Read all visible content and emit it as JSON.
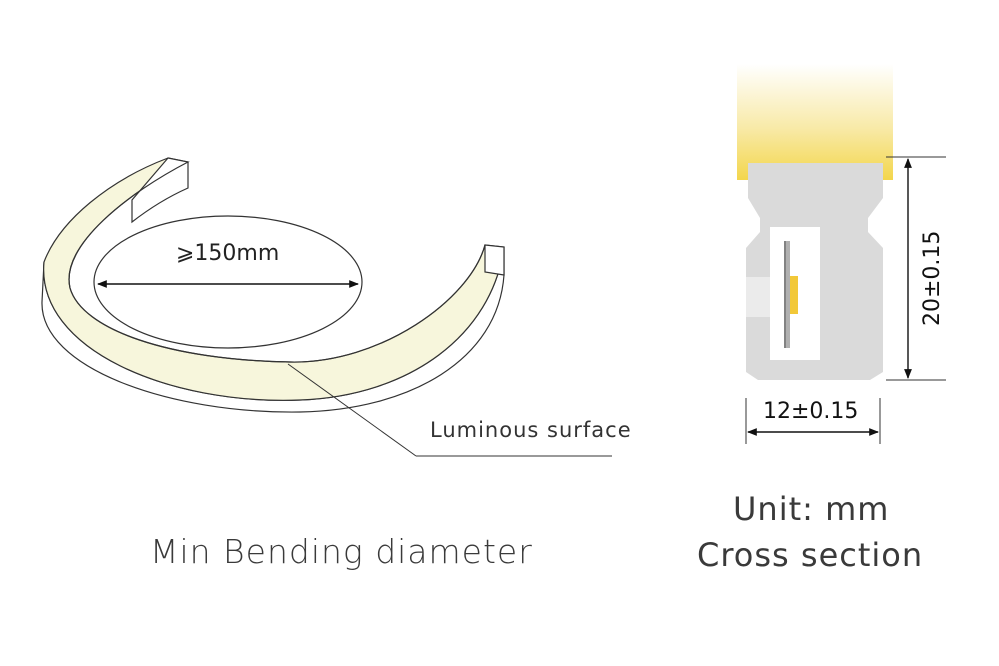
{
  "bending": {
    "diameter_label": "⩾150mm",
    "surface_label": "Luminous surface",
    "caption": "Min Bending diameter"
  },
  "cross_section": {
    "height_label": "20±0.15",
    "width_label": "12±0.15",
    "unit_caption": "Unit: mm",
    "caption": "Cross section"
  },
  "colors": {
    "luminous_surface": "#f7f6dc",
    "glow": "#f3d64c",
    "profile": "#dadada",
    "led_chip": "#f2c838",
    "outline": "#333333"
  }
}
